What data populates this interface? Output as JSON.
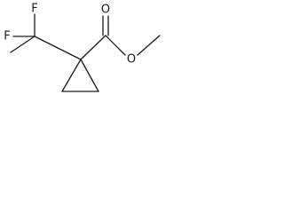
{
  "molecule": {
    "atoms": {
      "f_top": "F",
      "f_left": "F",
      "o_carbonyl": "O",
      "o_ester": "O"
    }
  }
}
